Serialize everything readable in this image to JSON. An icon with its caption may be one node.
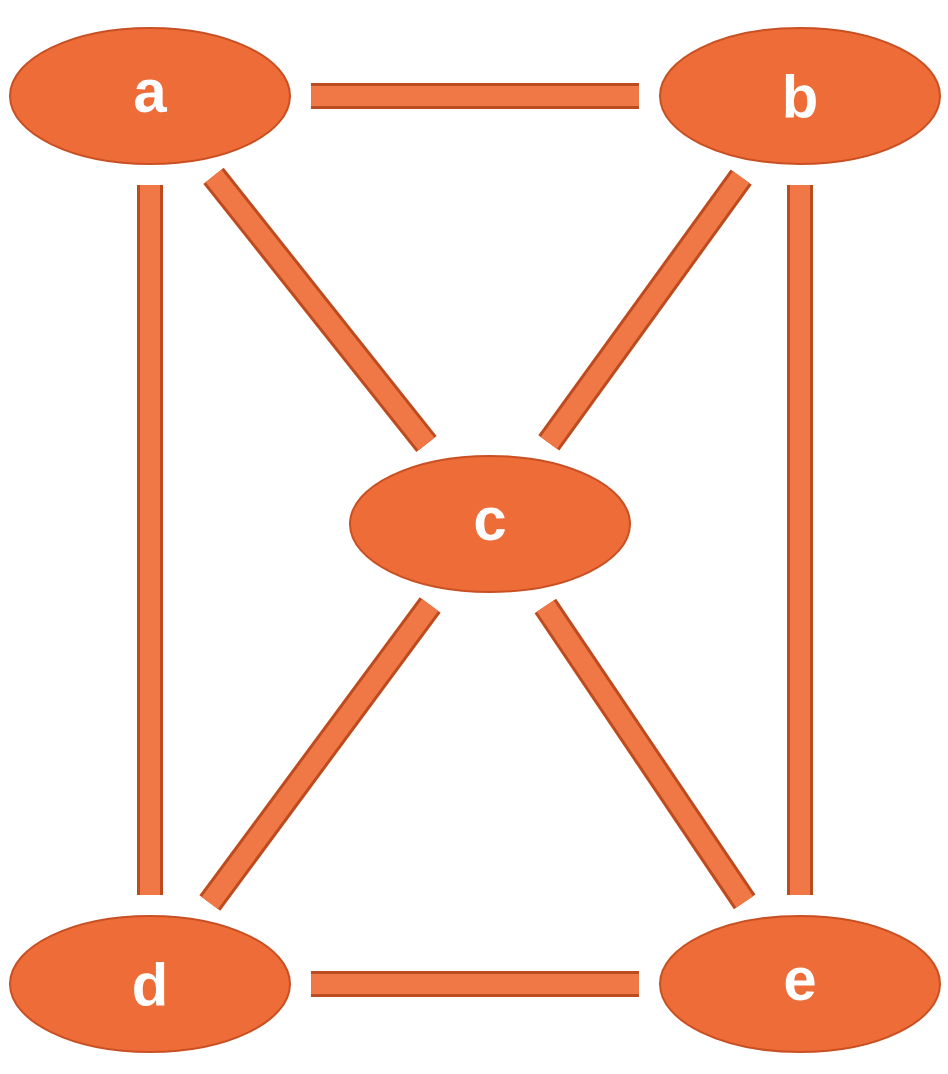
{
  "diagram": {
    "nodes": [
      {
        "text": [
          "a"
        ]
      },
      {
        "text": [
          "b"
        ]
      },
      {
        "text": [
          "c"
        ]
      },
      {
        "text": [
          "d"
        ]
      },
      {
        "text": [
          "e"
        ]
      }
    ],
    "edges": [
      {
        "from": 0,
        "to": 1,
        "arrow": "none"
      },
      {
        "from": 0,
        "to": 3,
        "arrow": "none"
      },
      {
        "from": 0,
        "to": 2,
        "arrow": "none"
      },
      {
        "from": 1,
        "to": 2,
        "arrow": "none"
      },
      {
        "from": 1,
        "to": 4,
        "arrow": "none"
      },
      {
        "from": 2,
        "to": 3,
        "arrow": "none"
      },
      {
        "from": 2,
        "to": 4,
        "arrow": "none"
      },
      {
        "from": 3,
        "to": 4,
        "arrow": "none"
      }
    ]
  }
}
